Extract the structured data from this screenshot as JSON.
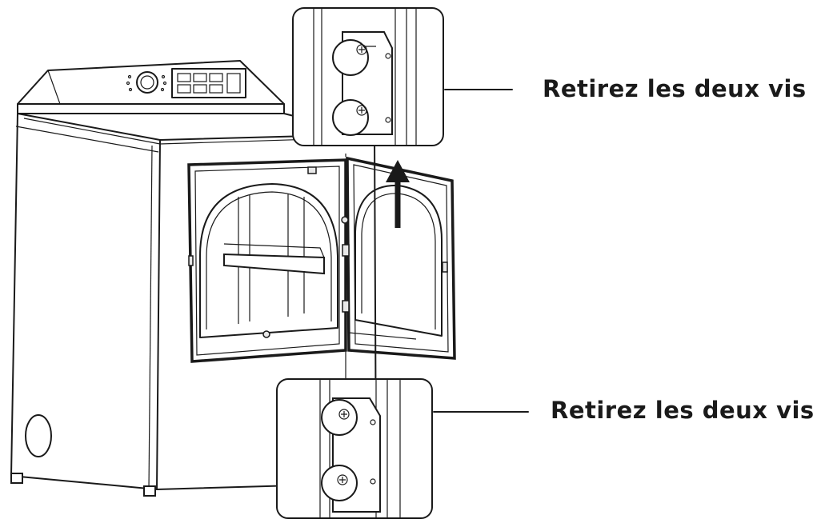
{
  "callouts": {
    "top": "Retirez les deux vis",
    "bottom": "Retirez les deux vis"
  },
  "colors": {
    "line": "#1a1a1a",
    "background": "#ffffff"
  },
  "icons": [
    "dryer-illustration",
    "upper-hinge-detail",
    "lower-hinge-detail",
    "lift-arrow-icon",
    "screw-icon"
  ]
}
